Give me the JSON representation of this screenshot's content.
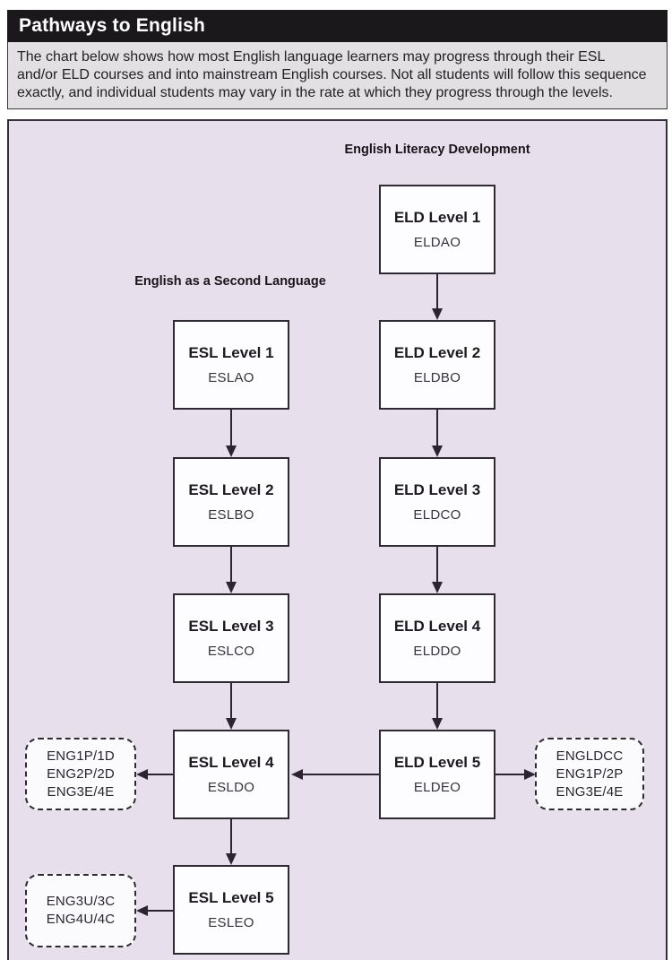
{
  "header": {
    "title": "Pathways to English"
  },
  "description": {
    "lines": [
      "The chart below shows how most English language learners may progress through their ESL",
      "and/or ELD courses and into mainstream English courses.  Not all students will follow this sequence",
      "exactly, and individual students may vary in the rate at which they progress through the levels."
    ]
  },
  "diagram": {
    "headings": {
      "eld": "English Literacy Development",
      "esl": "English as a Second Language"
    },
    "nodes": {
      "eld1": {
        "title": "ELD Level 1",
        "code": "ELDAO"
      },
      "eld2": {
        "title": "ELD Level 2",
        "code": "ELDBO"
      },
      "eld3": {
        "title": "ELD Level 3",
        "code": "ELDCO"
      },
      "eld4": {
        "title": "ELD Level 4",
        "code": "ELDDO"
      },
      "eld5": {
        "title": "ELD Level 5",
        "code": "ELDEO"
      },
      "esl1": {
        "title": "ESL Level 1",
        "code": "ESLAO"
      },
      "esl2": {
        "title": "ESL Level 2",
        "code": "ESLBO"
      },
      "esl3": {
        "title": "ESL Level 3",
        "code": "ESLCO"
      },
      "esl4": {
        "title": "ESL Level 4",
        "code": "ESLDO"
      },
      "esl5": {
        "title": "ESL Level 5",
        "code": "ESLEO"
      }
    },
    "exits": {
      "esl4": [
        "ENG1P/1D",
        "ENG2P/2D",
        "ENG3E/4E"
      ],
      "eld5": [
        "ENGLDCC",
        "ENG1P/2P",
        "ENG3E/4E"
      ],
      "esl5": [
        "ENG3U/3C",
        "ENG4U/4C"
      ]
    },
    "colors": {
      "header_bg": "#1b181b",
      "intro_bg": "#e2e0e2",
      "diagram_bg": "#e8dfec",
      "node_bg": "#fdfcfe",
      "line": "#2b2433"
    }
  }
}
